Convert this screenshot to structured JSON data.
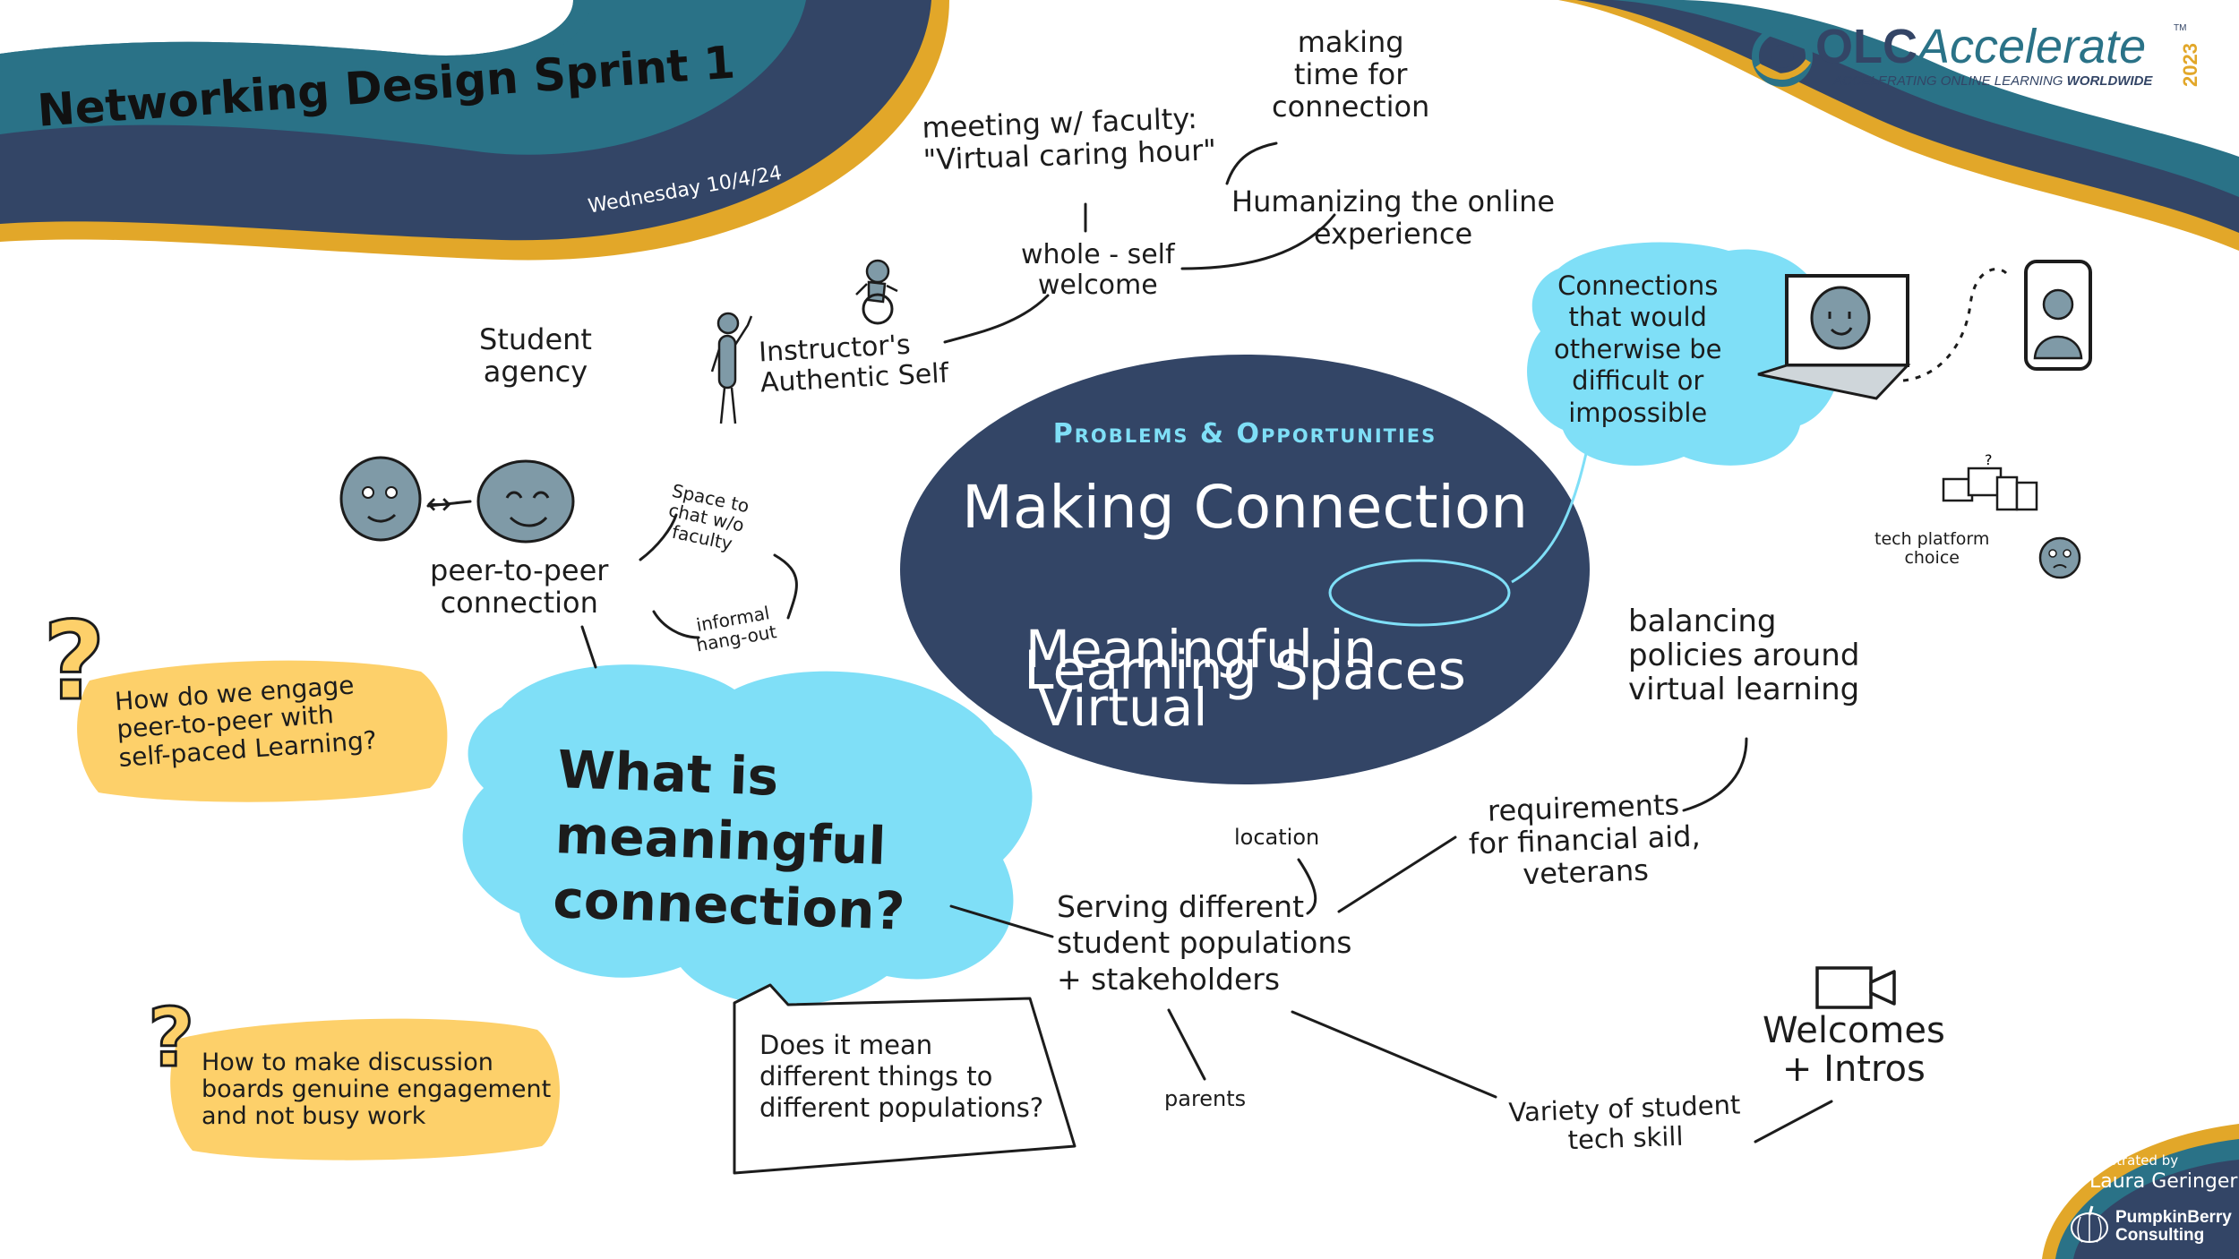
{
  "header": {
    "title": "Networking Design Sprint 1",
    "date": "Wednesday 10/4/24"
  },
  "logo": {
    "brand_bold": "OLC",
    "brand_italic": "Accelerate",
    "tm": "TM",
    "tagline": "ACCELERATING ONLINE LEARNING",
    "tagline_bold": "WORLDWIDE",
    "year": "2023"
  },
  "center": {
    "kicker": "Problems & Opportunities",
    "line1": "Making Connection",
    "line2_pre": "Meaningful in",
    "line2_circled": "Virtual",
    "line3": "Learning Spaces"
  },
  "notes": {
    "meeting_faculty": "meeting w/ faculty:\n\"Virtual caring hour\"",
    "making_time": "making\ntime for\nconnection",
    "humanizing": "Humanizing the online\nexperience",
    "whole_self": "whole - self\nwelcome",
    "student_agency": "Student\nagency",
    "instructor_self": "Instructor's\nAuthentic Self",
    "connections_cloud": "Connections\nthat would\notherwise be\ndifficult or\nimpossible",
    "tech_platform": "tech platform\nchoice",
    "peer_to_peer": "peer-to-peer\nconnection",
    "space_to_chat": "Space to\nchat w/o\nfaculty",
    "informal": "informal\nhang-out",
    "q1": "How do we engage\npeer-to-peer with\nself-paced Learning?",
    "q2": "How to make discussion\nboards genuine engagement\nand not busy work",
    "what_is": "What is\nmeaningful\nconnection?",
    "balancing": "balancing\npolicies around\nvirtual learning",
    "requirements": "requirements\nfor financial aid,\nveterans",
    "location": "location",
    "serving": "Serving different\nstudent populations\n+ stakeholders",
    "does_it_mean": "Does it mean\ndifferent things to\ndifferent populations?",
    "parents": "parents",
    "welcomes": "Welcomes\n+ Intros",
    "variety": "Variety of student\ntech skill"
  },
  "credit": {
    "illustrated_by": "Illustrated by",
    "artist": "Laura Geringer",
    "company_line1": "PumpkinBerry",
    "company_line2": "Consulting"
  },
  "colors": {
    "navy": "#334566",
    "teal": "#2a7287",
    "gold": "#e2a729",
    "light_blue": "#7fdff7",
    "yellow_note": "#fdd06a",
    "face_gray": "#7f9aa7"
  },
  "icons": [
    "wheelchair-person-icon",
    "stick-figure-icon",
    "face-icon",
    "laptop-icon",
    "phone-icon",
    "devices-icon",
    "video-camera-icon",
    "question-mark-icon",
    "pumpkin-icon"
  ]
}
